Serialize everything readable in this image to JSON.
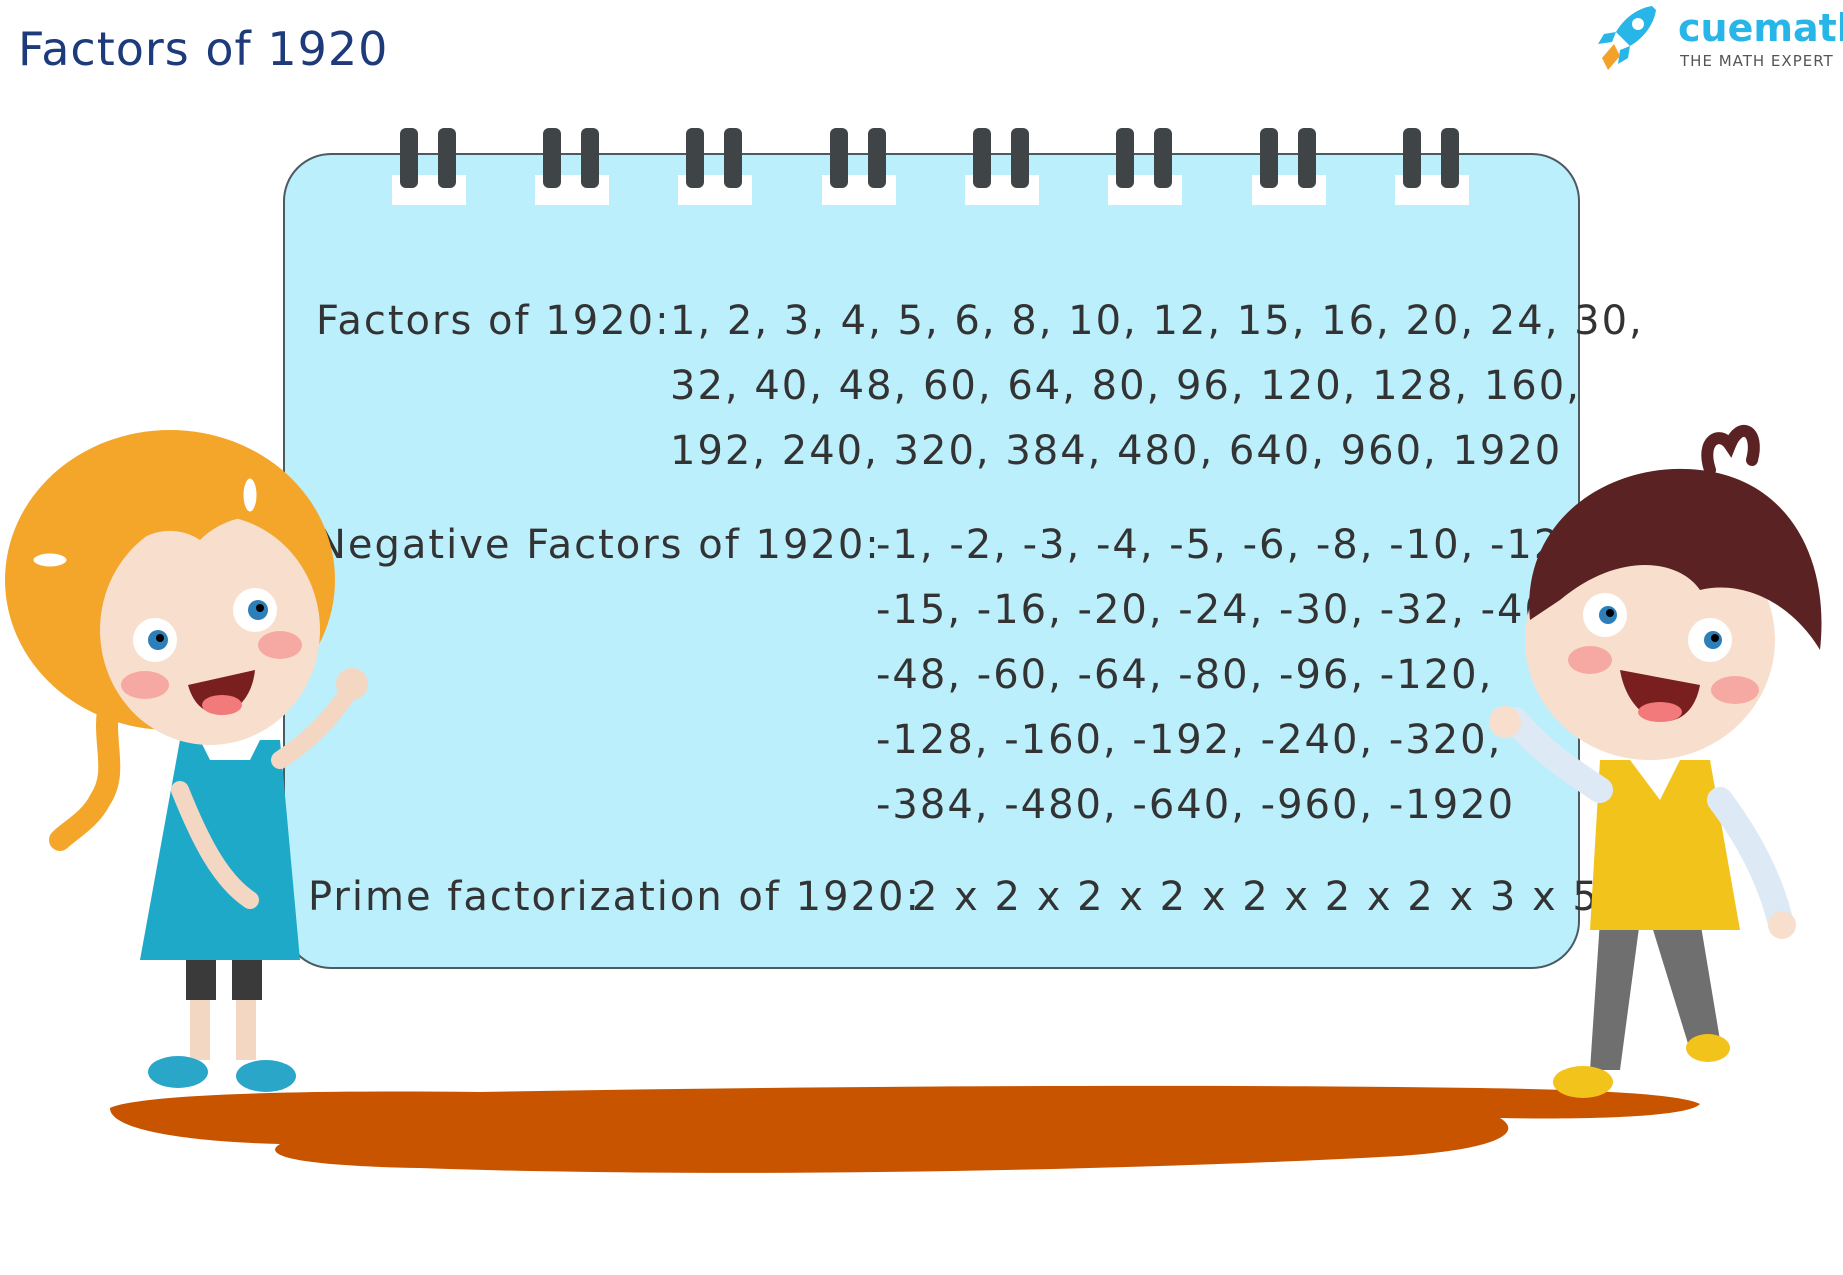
{
  "title": "Factors of 1920",
  "brand": {
    "name": "cuemath",
    "tagline": "THE MATH EXPERT",
    "colors": {
      "primary": "#28b6e8",
      "rocket": "#f4a12a"
    }
  },
  "board": {
    "factors": {
      "label": "Factors of 1920:",
      "lines": [
        "1, 2, 3, 4, 5, 6, 8, 10, 12, 15, 16, 20, 24, 30,",
        "32, 40, 48, 60, 64, 80, 96, 120, 128, 160,",
        "192, 240, 320, 384, 480, 640, 960, 1920"
      ]
    },
    "negative_factors": {
      "label": "Negative Factors of 1920:",
      "lines": [
        "-1, -2, -3, -4, -5, -6, -8, -10, -12,",
        "-15, -16, -20, -24, -30, -32, -40,",
        "-48, -60, -64, -80, -96, -120,",
        "-128, -160, -192, -240, -320,",
        "-384, -480, -640, -960, -1920"
      ]
    },
    "prime_factorization": {
      "label": "Prime factorization of 1920:",
      "value": "2 x 2 x 2 x 2 x 2 x 2 x 2 x 3 x 5"
    }
  },
  "colors": {
    "title": "#1d3a7a",
    "board_fill": "#bbeffc",
    "text": "#333333",
    "ground": "#c85400"
  }
}
